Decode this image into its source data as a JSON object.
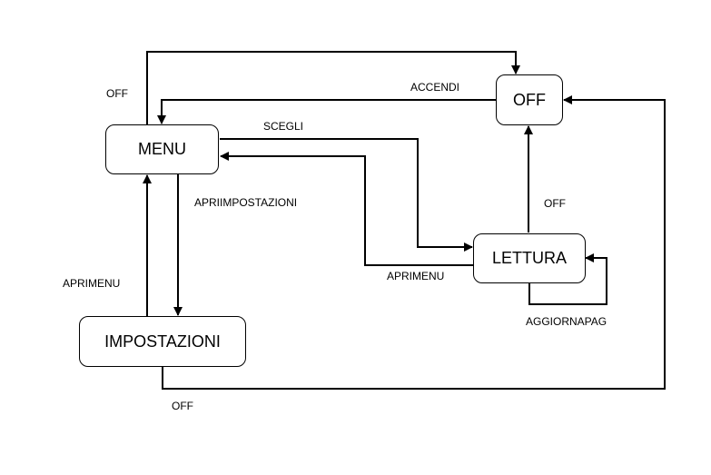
{
  "states": {
    "off": "OFF",
    "menu": "MENU",
    "lettura": "LETTURA",
    "impostazioni": "IMPOSTAZIONI"
  },
  "transitions": {
    "menu_to_off": "OFF",
    "off_to_menu": "ACCENDI",
    "menu_to_lettura": "SCEGLI",
    "lettura_to_menu": "APRIMENU",
    "menu_to_impostazioni": "APRIIMPOSTAZIONI",
    "impostazioni_to_menu": "APRIMENU",
    "lettura_to_off": "OFF",
    "lettura_self": "AGGIORNAPAG",
    "impostazioni_to_off": "OFF"
  }
}
